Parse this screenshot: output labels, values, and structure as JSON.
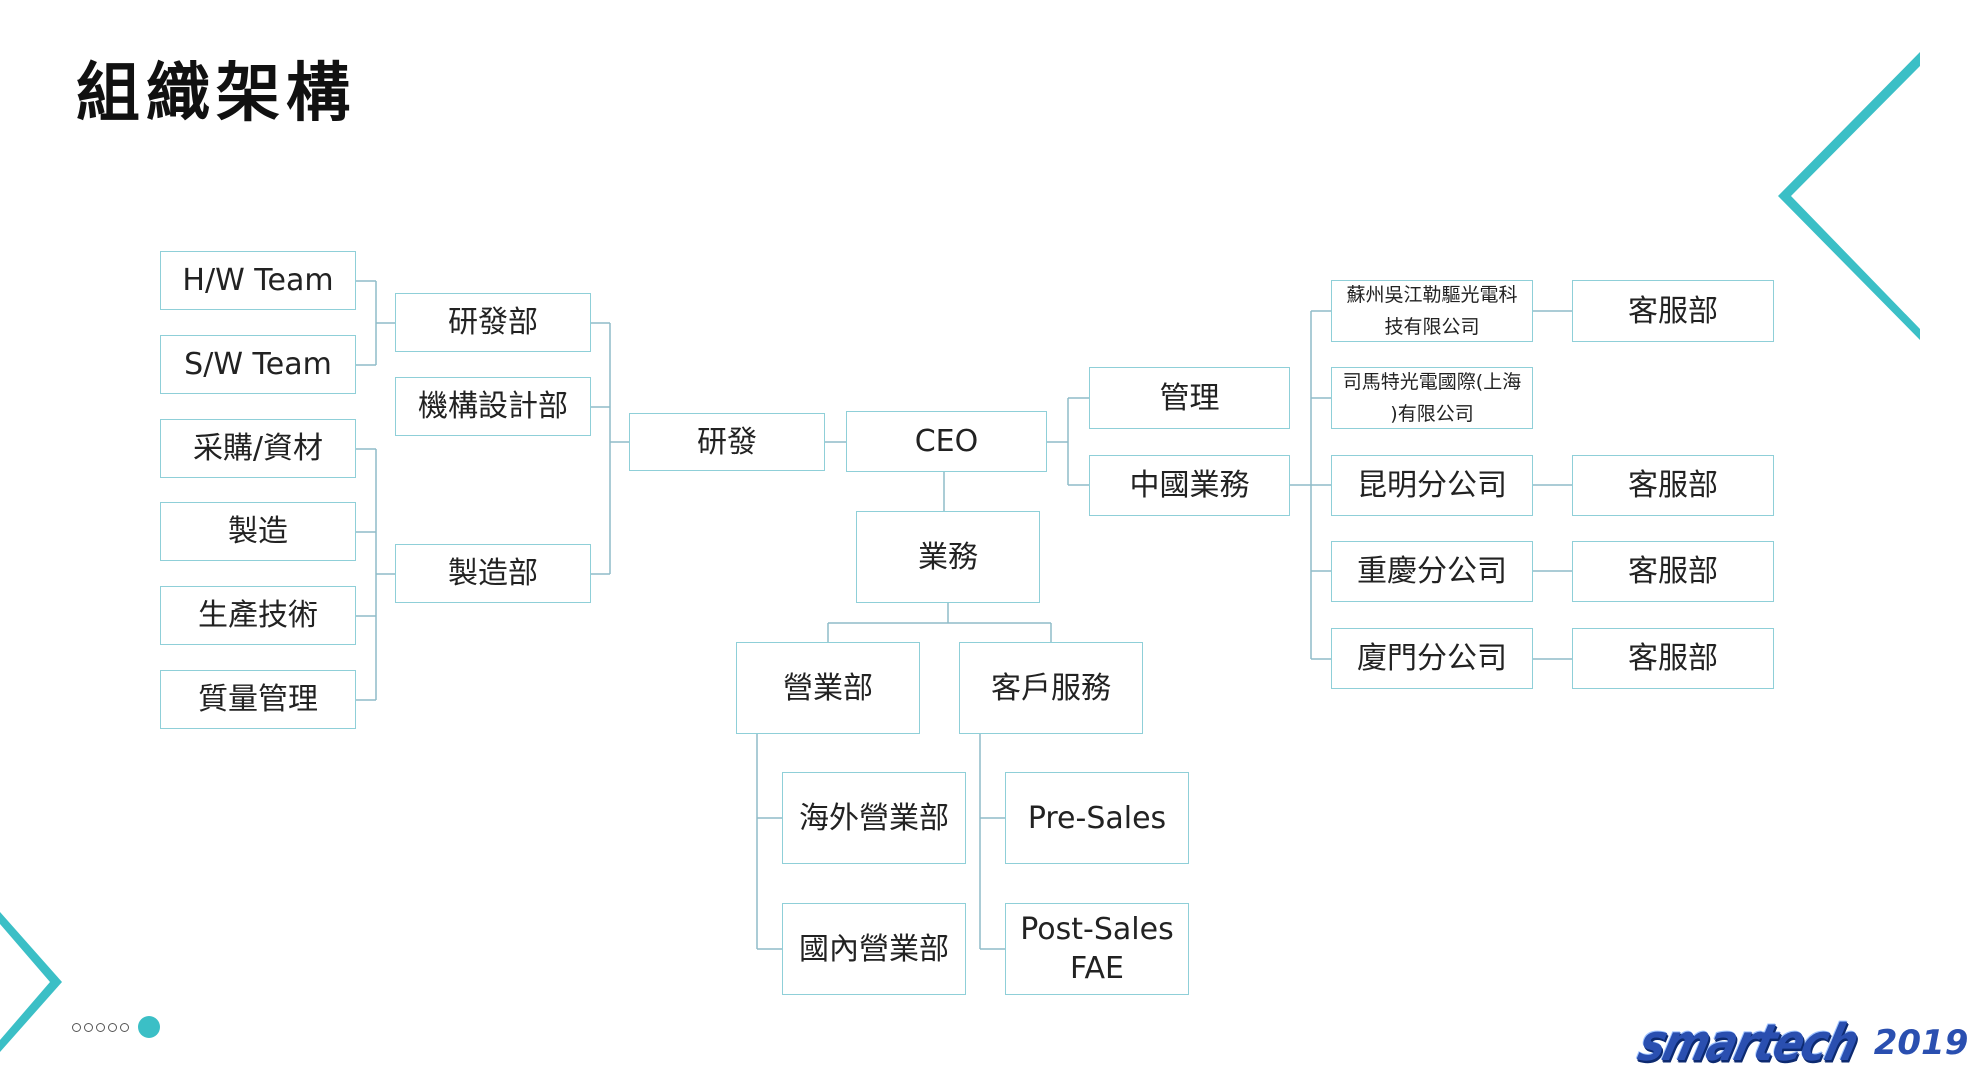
{
  "page": {
    "title": "組織架構"
  },
  "org": {
    "ceo": "CEO",
    "rd": "研發",
    "rd_dept": "研發部",
    "mech_dept": "機構設計部",
    "mfg_dept": "製造部",
    "hw_team": "H/W Team",
    "sw_team": "S/W Team",
    "procurement": "采購/資材",
    "manufacturing": "製造",
    "production_tech": "生產技術",
    "quality": "質量管理",
    "sales": "業務",
    "sales_dept": "營業部",
    "customer_service": "客戶服務",
    "overseas_sales": "海外營業部",
    "domestic_sales": "國內營業部",
    "pre_sales": "Pre-Sales",
    "post_sales": "Post-Sales\nFAE",
    "management": "管理",
    "china_business": "中國業務",
    "suzhou_company": "蘇州吳江勒驅光電科\n技有限公司",
    "shanghai_company": "司馬特光電國際(上海\n)有限公司",
    "kunming_branch": "昆明分公司",
    "chongqing_branch": "重慶分公司",
    "xiamen_branch": "廈門分公司",
    "cs_suzhou": "客服部",
    "cs_kunming": "客服部",
    "cs_chongqing": "客服部",
    "cs_xiamen": "客服部"
  },
  "logo": {
    "word": "smartech",
    "year": "2019"
  },
  "colors": {
    "box_border": "#8fcfd8",
    "connector": "#8fbcc8",
    "accent": "#3bbfc6",
    "logo": "#2a4fb0"
  }
}
